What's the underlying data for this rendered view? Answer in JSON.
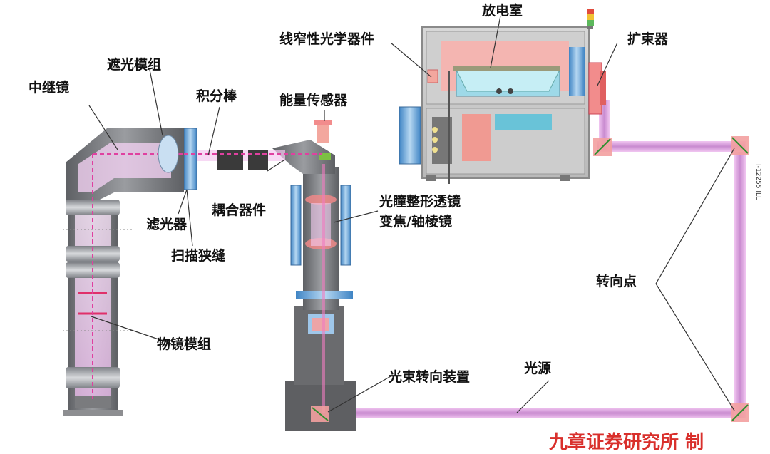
{
  "labels": {
    "relay_mirror": "中继镜",
    "masking_module": "遮光模组",
    "integrator_rod": "积分棒",
    "energy_sensor": "能量传感器",
    "line_narrowing_optics": "线窄性光学器件",
    "discharge_chamber": "放电室",
    "beam_expander": "扩束器",
    "filter": "滤光器",
    "coupling_device": "耦合器件",
    "scan_slit": "扫描狭缝",
    "pupil_shaping_lens": "光瞳整形透镜",
    "zoom_axicon": "变焦/轴棱镜",
    "turning_points": "转向点",
    "objective_module": "物镜模组",
    "beam_steering_unit": "光束转向装置",
    "light_source": "光源"
  },
  "figure_code": "I-12255 ILL",
  "watermark": "九章证券研究所 制"
}
